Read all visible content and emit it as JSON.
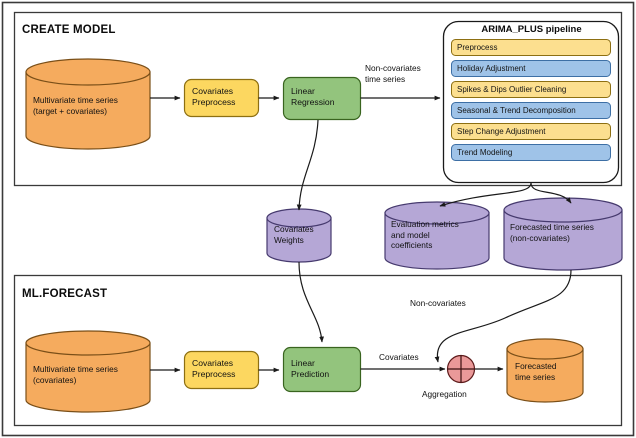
{
  "diagram": {
    "title_create_model": "CREATE MODEL",
    "title_ml_forecast": "ML.FORECAST",
    "pipeline_title": "ARIMA_PLUS pipeline",
    "colors": {
      "orange_fill": "#F5AB5E",
      "orange_stroke": "#8a5a1c",
      "yellow_fill": "#FCD760",
      "yellow_stroke": "#9a7a14",
      "yellow_step_fill": "#FCDF8F",
      "blue_step_fill": "#9FC3E8",
      "blue_step_stroke": "#3d6fa5",
      "green_fill": "#93C47D",
      "green_stroke": "#3d6b2a",
      "purple_fill": "#B5A7D6",
      "purple_stroke": "#4c3f75",
      "pink_fill": "#EA9999",
      "pink_stroke": "#6b2020",
      "frame_stroke": "#3a3a3a",
      "edge_stroke": "#1a1a1a"
    },
    "create_model": {
      "source_cylinder": "Multivariate time series\n(target + covariates)",
      "preprocess_box": "Covariates\nPreprocess",
      "model_box": "Linear\nRegression",
      "edge_to_pipeline": "Non-covariates\ntime series",
      "pipeline_steps": [
        {
          "label": "Preprocess",
          "color": "yellow"
        },
        {
          "label": "Holiday Adjustment",
          "color": "blue"
        },
        {
          "label": "Spikes & Dips Outlier Cleaning",
          "color": "yellow"
        },
        {
          "label": "Seasonal & Trend Decomposition",
          "color": "blue"
        },
        {
          "label": "Step Change Adjustment",
          "color": "yellow"
        },
        {
          "label": "Trend Modeling",
          "color": "blue"
        }
      ]
    },
    "artifacts": [
      {
        "label": "Covariates\nWeights"
      },
      {
        "label": "Evaluation metrics\nand model\ncoefficients"
      },
      {
        "label": "Forecasted time series\n(non-covariates)"
      }
    ],
    "ml_forecast": {
      "source_cylinder": "Multivariate time series\n(covariates)",
      "preprocess_box": "Covariates\nPreprocess",
      "predict_box": "Linear\nPrediction",
      "edge_covariates": "Covariates",
      "edge_non_covariates": "Non-covariates",
      "aggregation_label": "Aggregation",
      "aggregation_icon": "plus-circle-icon",
      "output_cylinder": "Forecasted\ntime series"
    }
  }
}
